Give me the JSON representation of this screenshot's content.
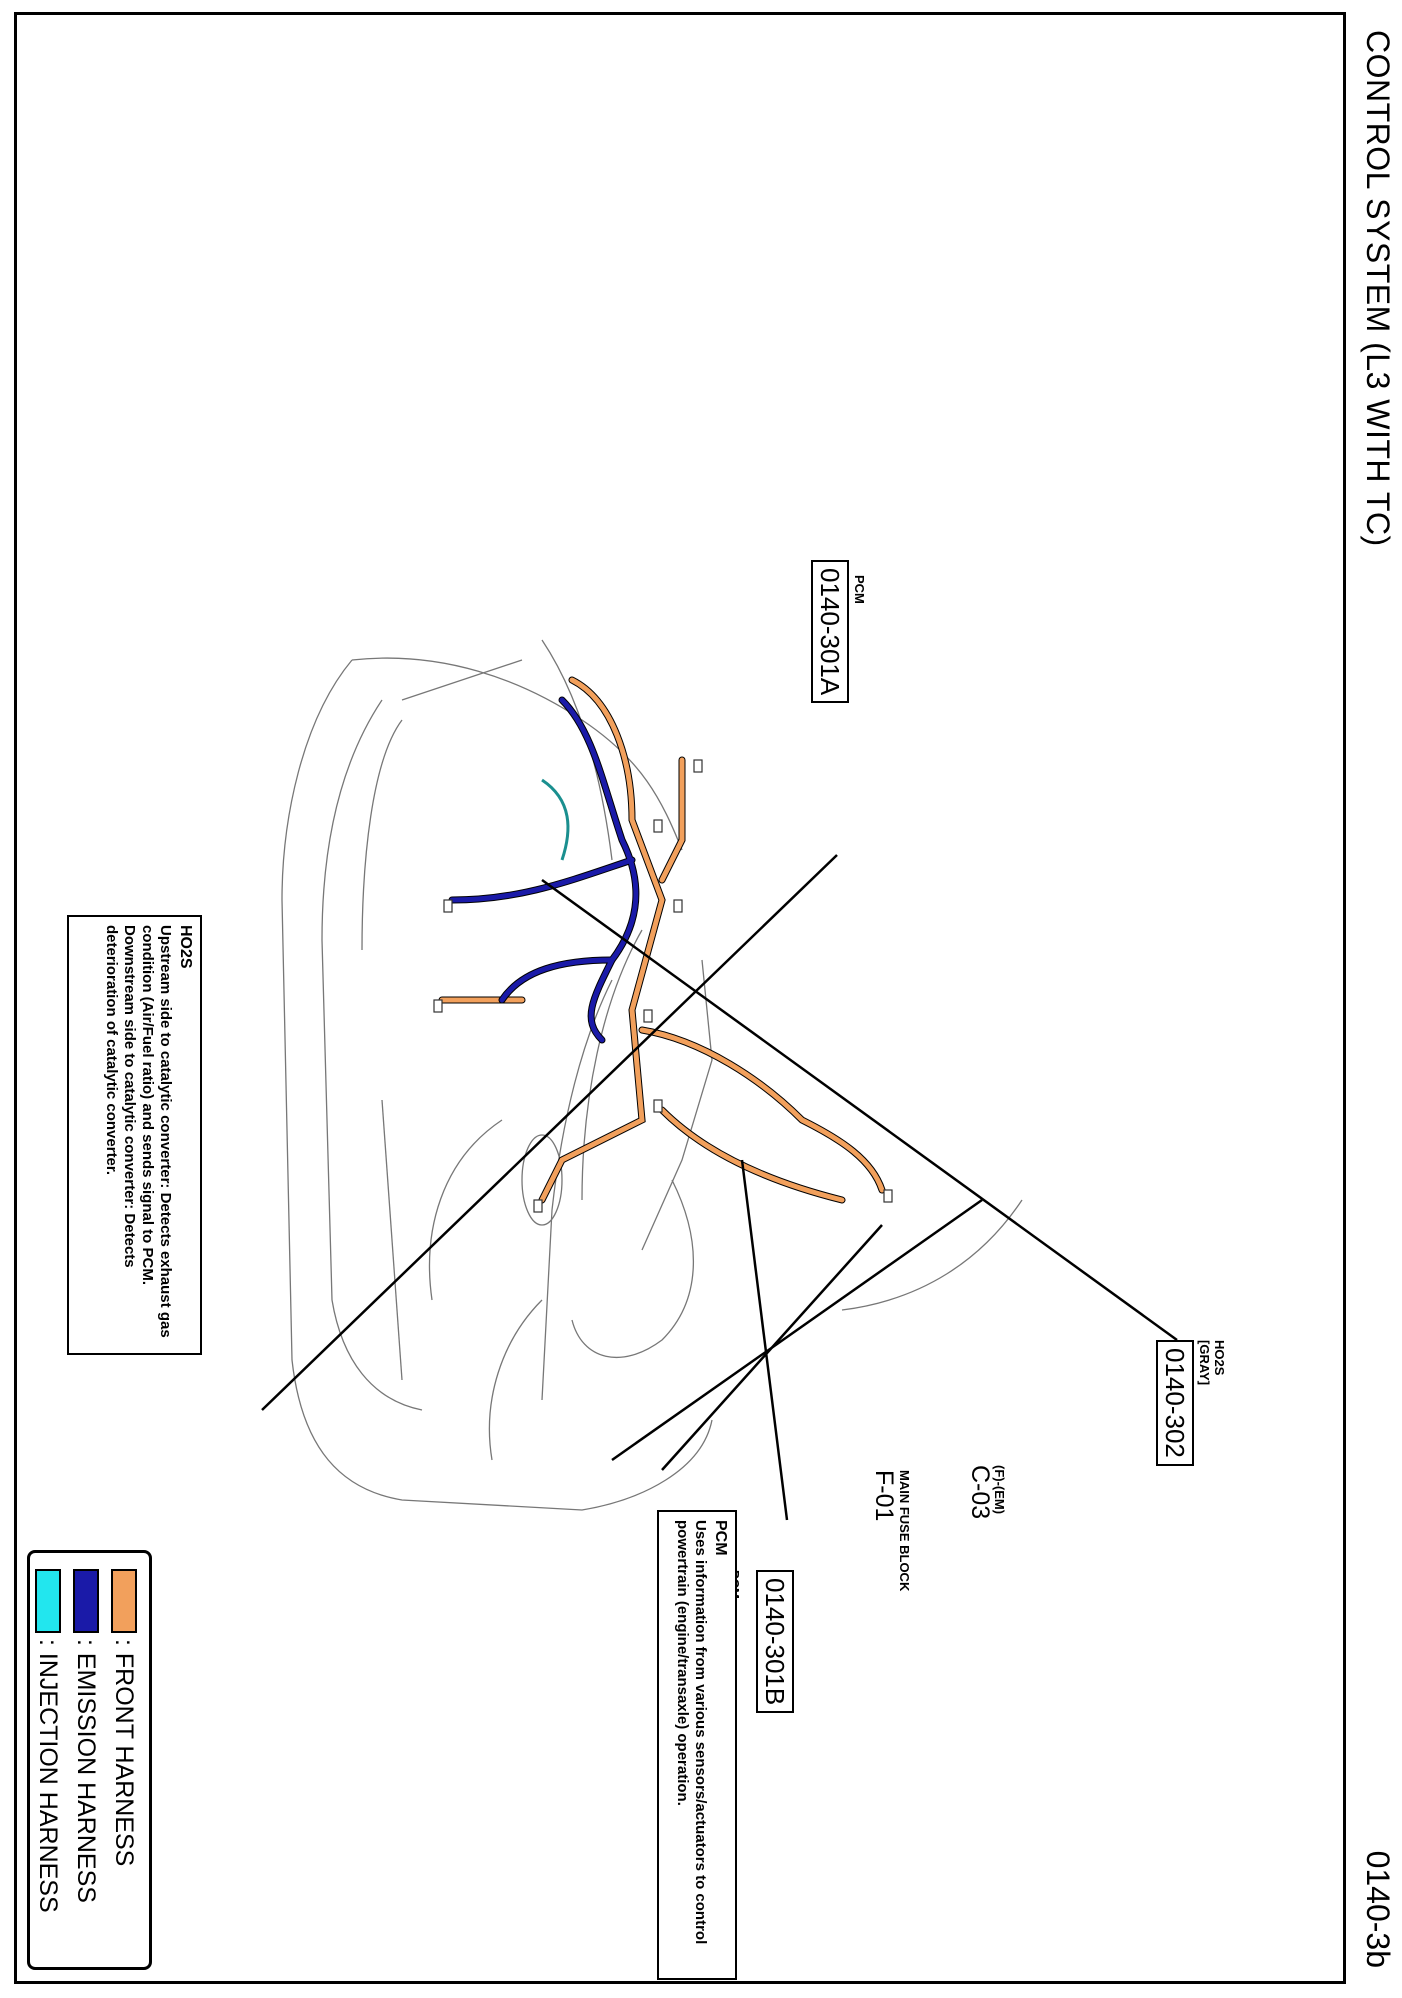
{
  "header": {
    "title": "CONTROL SYSTEM (L3 WITH TC)",
    "page_number": "0140-3b"
  },
  "callouts": {
    "pcm_a": {
      "caption": "PCM",
      "code": "0140-301A"
    },
    "pcm_b": {
      "caption": "PCM",
      "code": "0140-301B"
    },
    "ho2s": {
      "caption": "HO2S",
      "color_note": "[GRAY]",
      "code": "0140-302"
    },
    "f01": {
      "code": "F-01",
      "label": "MAIN FUSE BLOCK"
    },
    "c03": {
      "code": "C-03",
      "label": "(F)-(EM)"
    }
  },
  "descriptions": {
    "pcm": {
      "heading": "PCM",
      "text": "Uses information from various sensors/actuators to control powertrain (engine/transaxle) operation."
    },
    "ho2s": {
      "heading": "HO2S",
      "text": "Upstream side to catalytic converter: Detects exhaust gas condition (Air/Fuel ratio) and sends signal to PCM. Downstream side to catalytic converter: Detects deterioration of catalytic converter."
    }
  },
  "legend": {
    "items": [
      {
        "color": "#f2a05c",
        "label": ": FRONT HARNESS"
      },
      {
        "color": "#1a1aa8",
        "label": ": EMISSION HARNESS"
      },
      {
        "color": "#22e6ee",
        "label": ": INJECTION HARNESS"
      }
    ]
  },
  "colors": {
    "front": "#f2a05c",
    "emission": "#1a1aa8",
    "injection": "#22e6ee"
  }
}
